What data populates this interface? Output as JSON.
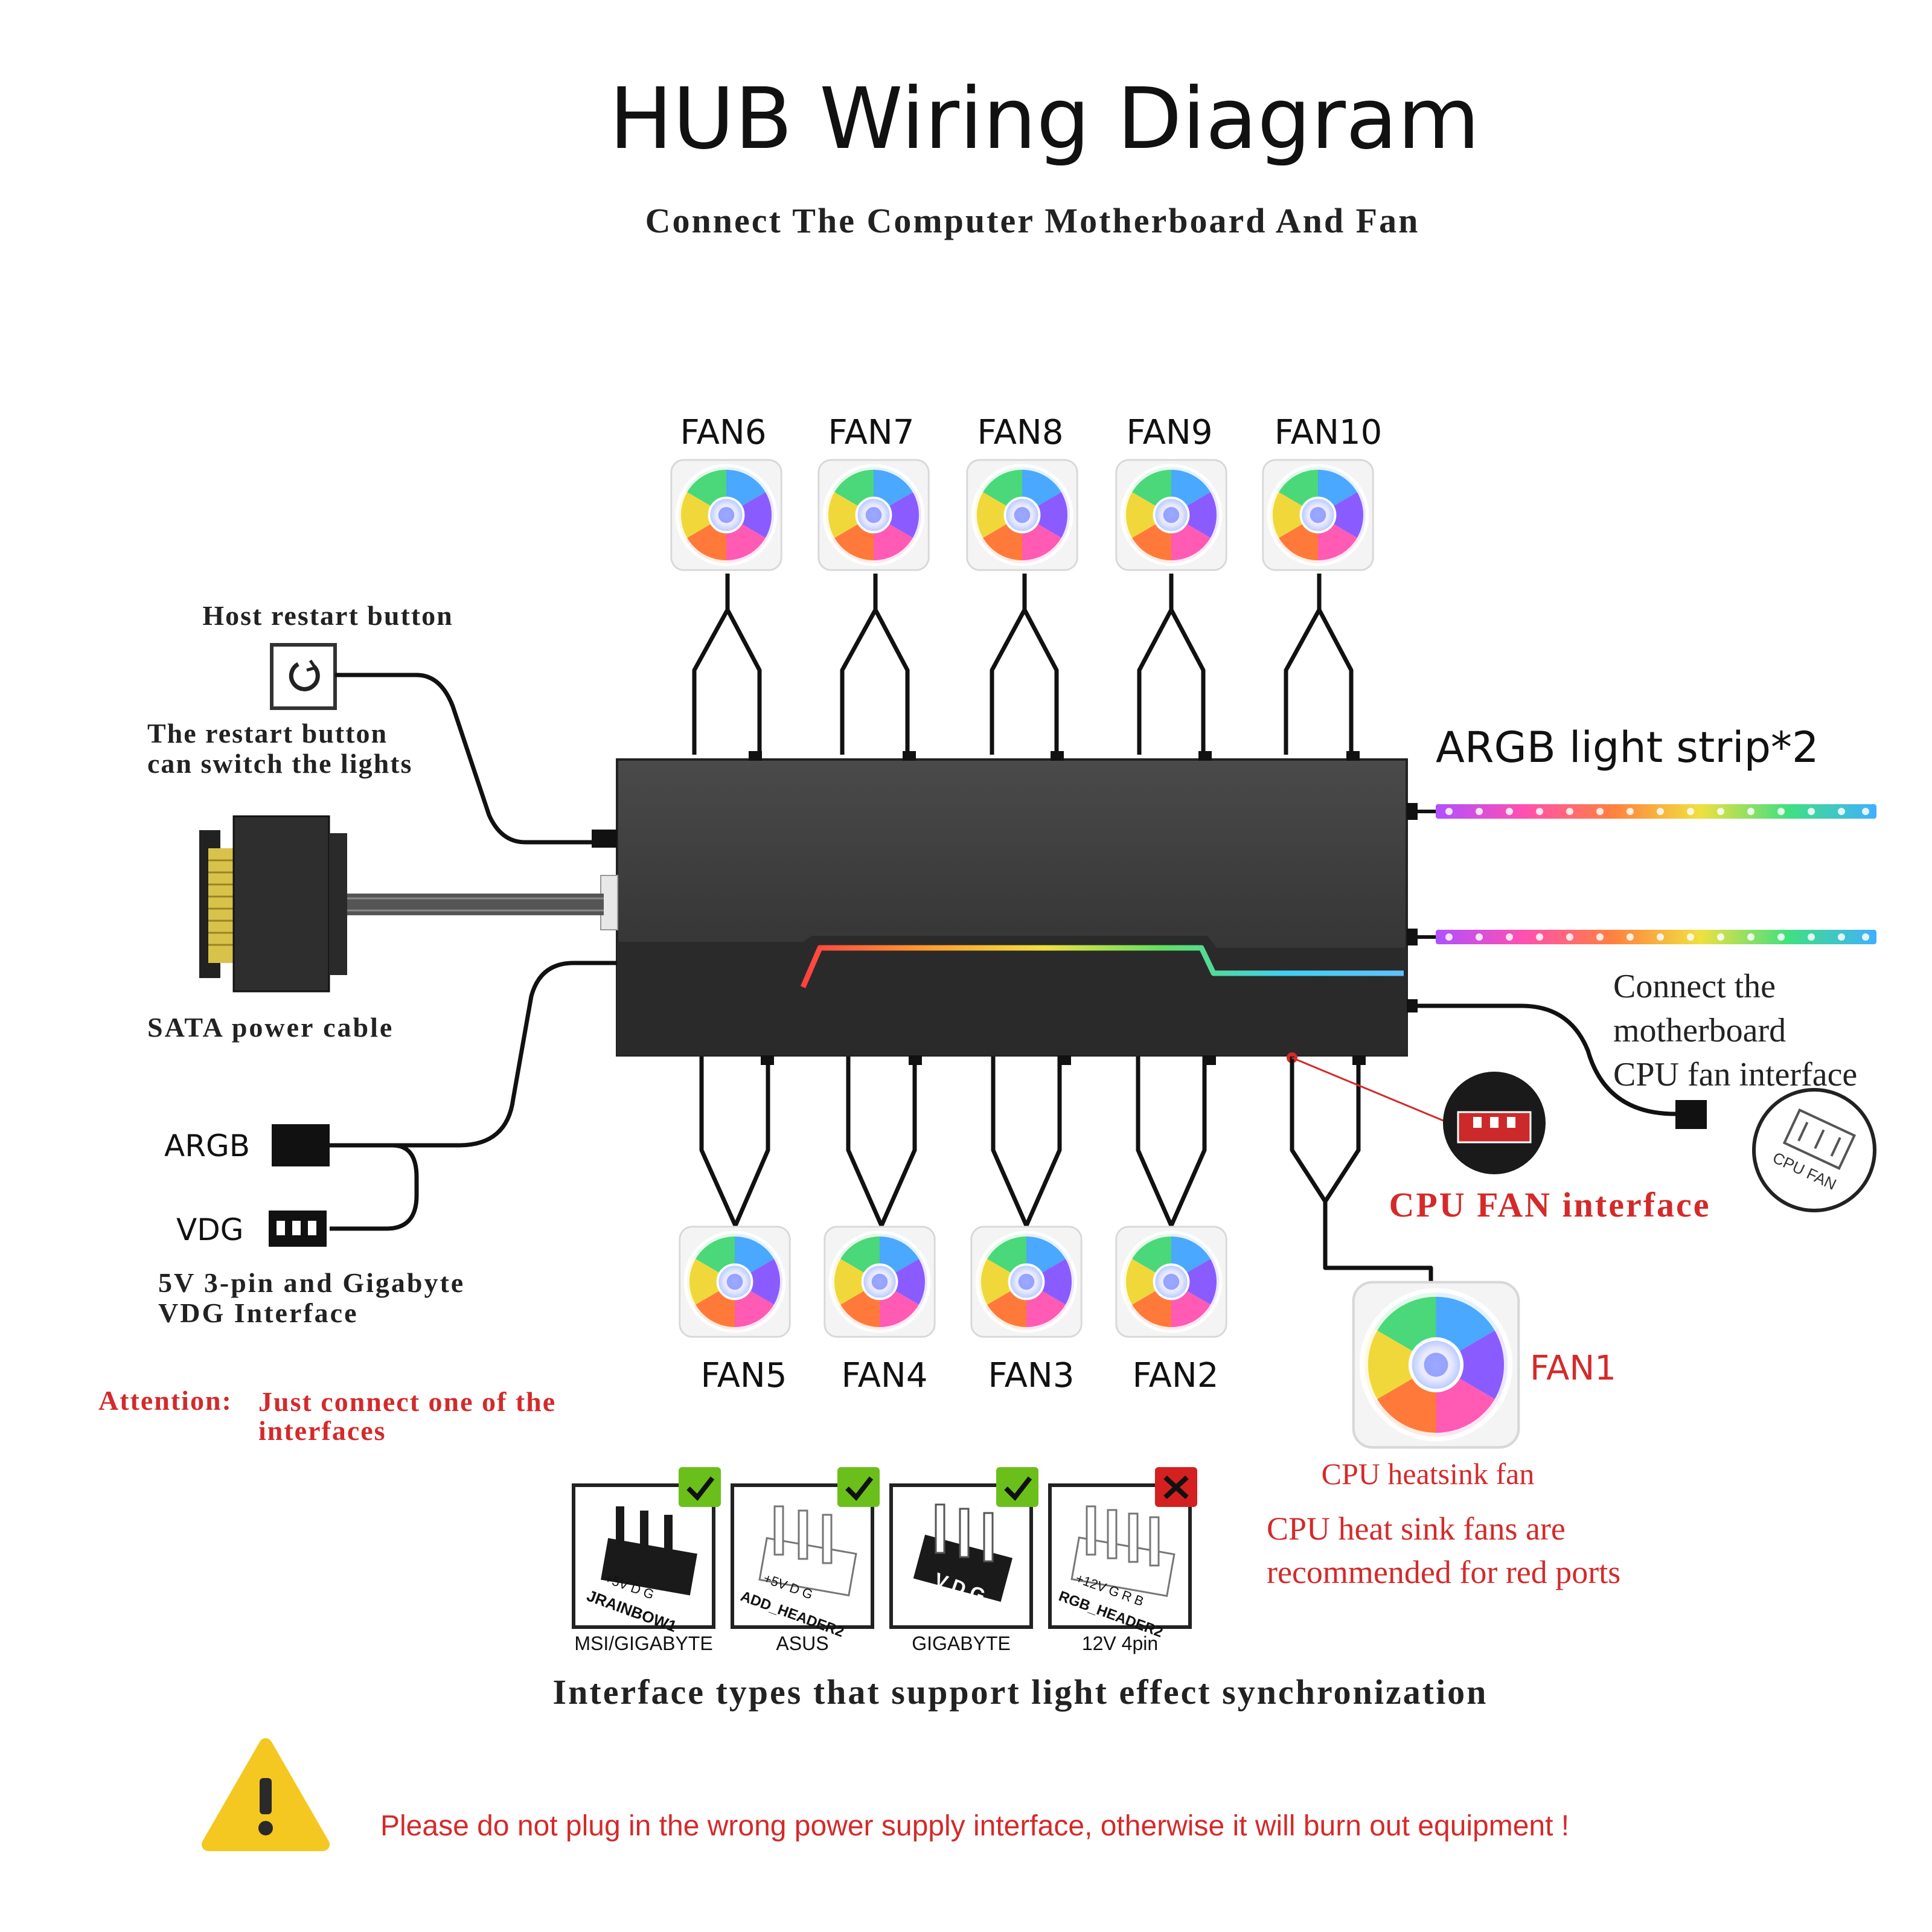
{
  "title": "HUB Wiring Diagram",
  "subtitle": "Connect The Computer Motherboard And Fan",
  "fans_top": [
    "FAN6",
    "FAN7",
    "FAN8",
    "FAN9",
    "FAN10"
  ],
  "fans_bottom": [
    "FAN5",
    "FAN4",
    "FAN3",
    "FAN2"
  ],
  "fan1": {
    "label": "FAN1",
    "caption": "CPU heatsink fan",
    "note_line1": "CPU heat sink fans are",
    "note_line2": "recommended for red ports"
  },
  "host_restart": {
    "title": "Host restart button",
    "note_line1": "The restart button",
    "note_line2": "can switch the lights"
  },
  "sata": {
    "label": "SATA power cable"
  },
  "argb_label": "ARGB",
  "vdg_label": "VDG",
  "interface_note_line1": "5V 3-pin and Gigabyte",
  "interface_note_line2": "VDG Interface",
  "attention": {
    "prefix": "Attention:",
    "line1": "Just connect one of the",
    "line2": "interfaces"
  },
  "argb_strip": {
    "label": "ARGB light strip*2"
  },
  "motherboard_cpu": {
    "line1": "Connect the",
    "line2": "motherboard",
    "line3": "CPU fan interface",
    "icon_text": "CPU FAN"
  },
  "cpu_fan_interface": "CPU FAN interface",
  "interfaces": [
    {
      "caption": "MSI/GIGABYTE",
      "header_text": "JRAINBOW1",
      "pins_text": "+5V D G",
      "supported": true
    },
    {
      "caption": "ASUS",
      "header_text": "ADD_HEADER2",
      "pins_text": "+5V D G",
      "supported": true
    },
    {
      "caption": "GIGABYTE",
      "header_text": "V D G",
      "pins_text": "",
      "supported": true
    },
    {
      "caption": "12V 4pin",
      "header_text": "RGB_HEADER2",
      "pins_text": "+12V G R B",
      "supported": false
    }
  ],
  "interfaces_caption": "Interface types that support light effect synchronization",
  "warning": "Please do not plug in the wrong power supply interface, otherwise it will burn out equipment !",
  "colors": {
    "accent_red": "#d42a2a",
    "check_green": "#6bbf1a",
    "cross_red": "#d42020",
    "hub_body": "#3a3a3a"
  },
  "icons": {
    "restart": "power-restart-icon",
    "warning": "warning-triangle-icon",
    "check": "check-icon",
    "cross": "cross-icon"
  }
}
